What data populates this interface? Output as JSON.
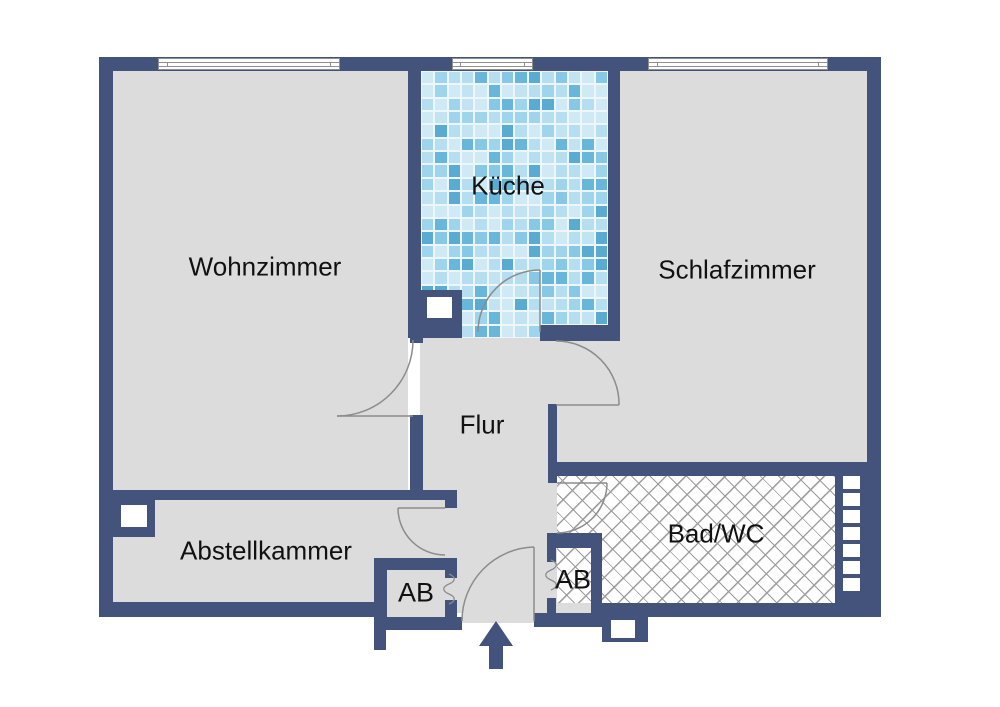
{
  "colors": {
    "background": "#FFFFFF",
    "wall": "#44537C",
    "floor": "#DCDCDC",
    "door_line": "#8C8C8C",
    "hatch_line": "#9B9B9B",
    "tile_grout": "#EDF7FB",
    "tile_palette": [
      "#CFE9F5",
      "#CFE9F5",
      "#B5DEF0",
      "#B5DEF0",
      "#9ED4EC",
      "#9ED4EC",
      "#86C8E5",
      "#68B6DA",
      "#5AABD2",
      "#C2E4F2"
    ],
    "label": "#111111"
  },
  "rooms": {
    "wohnzimmer": {
      "label": "Wohnzimmer"
    },
    "kueche": {
      "label": "Küche"
    },
    "schlafzimmer": {
      "label": "Schlafzimmer"
    },
    "flur": {
      "label": "Flur"
    },
    "abstellkammer": {
      "label": "Abstellkammer"
    },
    "bad": {
      "label": "Bad/WC"
    },
    "ab_left": {
      "label": "AB"
    },
    "ab_right": {
      "label": "AB"
    }
  },
  "fixtures": {
    "window_count": 3,
    "radiator_segments": 7,
    "vent_squares": 3,
    "entrance_arrow_direction": "up"
  }
}
